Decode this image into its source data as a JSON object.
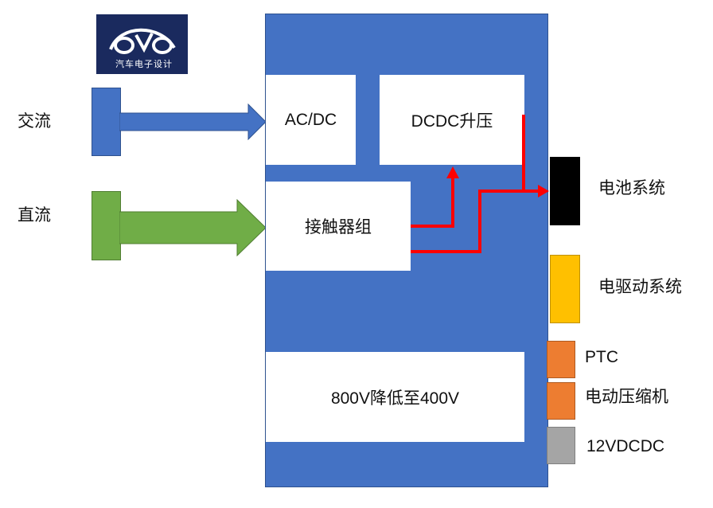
{
  "logo": {
    "text": "汽车电子设计"
  },
  "inputs": {
    "ac_label": "交流",
    "dc_label": "直流"
  },
  "modules": {
    "acdc": "AC/DC",
    "dcdc_boost": "DCDC升压",
    "contactor_group": "接触器组",
    "step_down": "800V降低至400V"
  },
  "outputs": {
    "battery_system": "电池系统",
    "drive_system": "电驱动系统",
    "ptc": "PTC",
    "compressor": "电动压缩机",
    "vdcdc12": "12VDCDC"
  },
  "colors": {
    "main_blue": "#4472c4",
    "ac_blue": "#4472c4",
    "dc_green": "#70ad47",
    "battery_black": "#000000",
    "drive_yellow": "#ffc000",
    "orange": "#ed7d31",
    "gray": "#a5a5a5",
    "flow_red": "#ff0000",
    "logo_navy": "#1a2a5e"
  }
}
